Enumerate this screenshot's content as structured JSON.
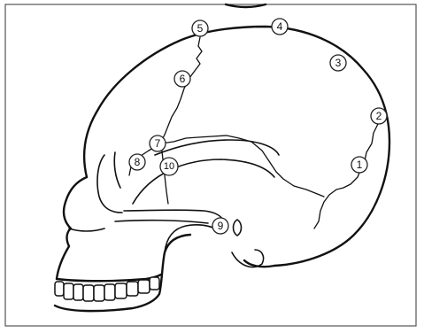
{
  "markers": [
    {
      "id": "m1",
      "label": "1"
    },
    {
      "id": "m2",
      "label": "2"
    },
    {
      "id": "m3",
      "label": "3"
    },
    {
      "id": "m4",
      "label": "4"
    },
    {
      "id": "m5",
      "label": "5"
    },
    {
      "id": "m6",
      "label": "6"
    },
    {
      "id": "m7",
      "label": "7"
    },
    {
      "id": "m8",
      "label": "8"
    },
    {
      "id": "m9",
      "label": "9"
    },
    {
      "id": "m10",
      "label": "10"
    }
  ]
}
